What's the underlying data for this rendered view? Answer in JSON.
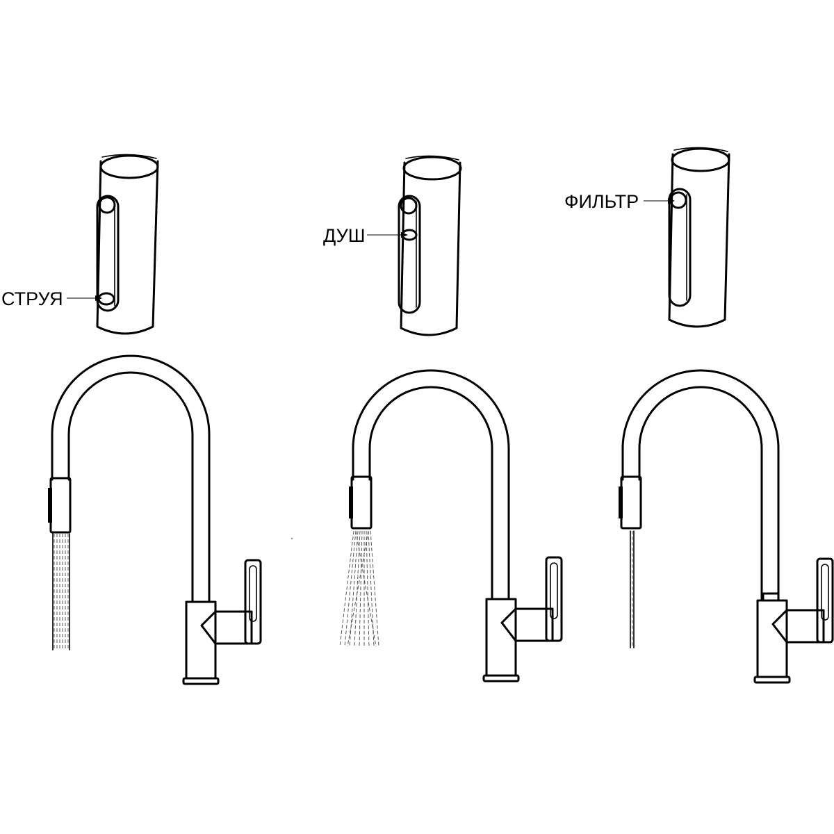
{
  "labels": {
    "jet": "СТРУЯ",
    "shower": "ДУШ",
    "filter": "ФИЛЬТР"
  },
  "colors": {
    "line": "#000000",
    "background": "#ffffff"
  }
}
